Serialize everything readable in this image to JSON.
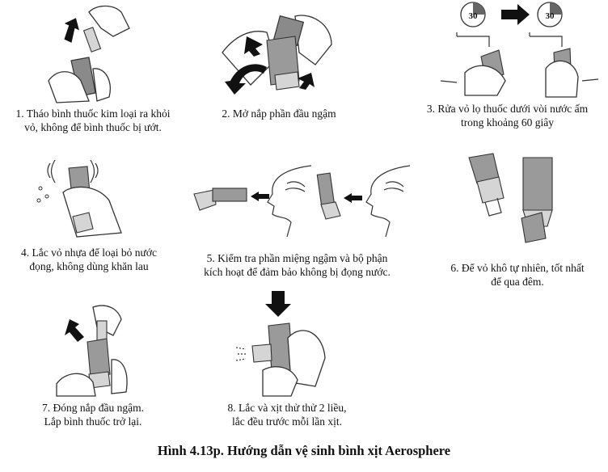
{
  "steps": [
    {
      "id": 1,
      "lines": [
        "1. Tháo bình thuốc kim loại ra khỏi",
        "vỏ, không để bình thuốc bị ướt."
      ]
    },
    {
      "id": 2,
      "lines": [
        "2. Mở nắp phần đầu ngậm"
      ]
    },
    {
      "id": 3,
      "lines": [
        "3. Rửa vỏ lọ thuốc dưới vòi nước ấm",
        "trong khoảng 60 giây"
      ],
      "timer_label": "30"
    },
    {
      "id": 4,
      "lines": [
        "4. Lắc vỏ nhựa để loại bỏ nước",
        "đọng, không dùng khăn lau"
      ]
    },
    {
      "id": 5,
      "lines": [
        "5. Kiểm tra phần miệng ngậm và bộ phận",
        "kích hoạt để đảm bảo không bị đọng nước."
      ]
    },
    {
      "id": 6,
      "lines": [
        "6. Để vỏ khô tự nhiên, tốt nhất",
        "để qua đêm."
      ]
    },
    {
      "id": 7,
      "lines": [
        "7. Đóng nắp đầu ngậm.",
        "Lắp bình thuốc trở lại."
      ]
    },
    {
      "id": 8,
      "lines": [
        "8. Lắc và xịt thử thử 2 liều,",
        "lắc đều trước mỗi lần xịt."
      ]
    }
  ],
  "figure_caption": "Hình 4.13p. Hướng dẫn vệ sinh bình xịt Aerosphere"
}
